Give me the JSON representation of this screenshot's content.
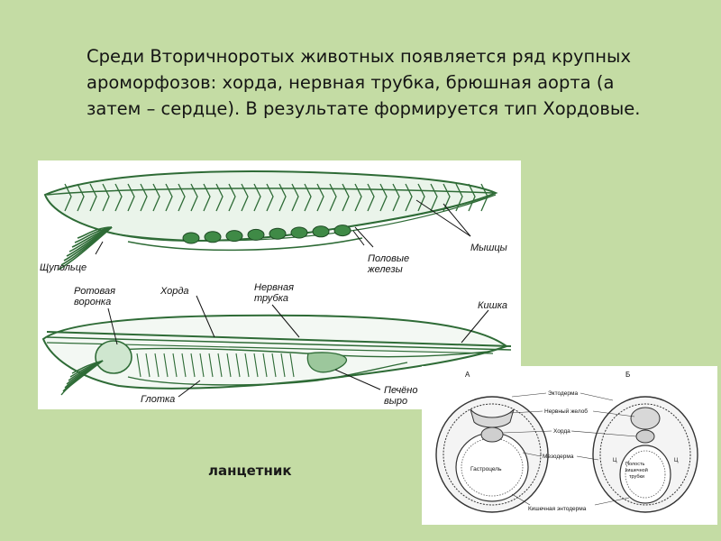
{
  "slide": {
    "text": "Среди Вторичноротых животных появляется ряд крупных ароморфозов: хорда, нервная трубка, брюшная аорта (а затем – сердце). В результате формируется тип Хордовые.",
    "caption": "ланцетник"
  },
  "lancelet_figure": {
    "labels": {
      "tentacle": "Щупольце",
      "gonads_line1": "Половые",
      "gonads_line2": "железы",
      "muscles": "Мышцы",
      "oral_funnel_line1": "Ротовая",
      "oral_funnel_line2": "воронка",
      "notochord": "Хорда",
      "nerve_tube_line1": "Нервная",
      "nerve_tube_line2": "трубка",
      "intestine": "Кишка",
      "pharynx": "Глотка",
      "liver_line1": "Печёно",
      "liver_line2": "выро"
    }
  },
  "section_figure": {
    "labels": {
      "panel_a": "А",
      "panel_b": "Б",
      "ectoderm": "Эктодерма",
      "nerve_groove": "Нервный желоб",
      "notochord": "Хорда",
      "gastrocoel": "Гастроцель",
      "mesoderm": "Мезодерма",
      "gut_cavity_line1": "Полость",
      "gut_cavity_line2": "кишечной",
      "gut_cavity_line3": "трубки",
      "gut_endoderm": "Кишечная энтодерма",
      "letter_c": "Ц"
    }
  },
  "colors": {
    "background": "#c4dca4",
    "drawing_green": "#2e6b36",
    "drawing_light_green": "#9cc79c"
  }
}
